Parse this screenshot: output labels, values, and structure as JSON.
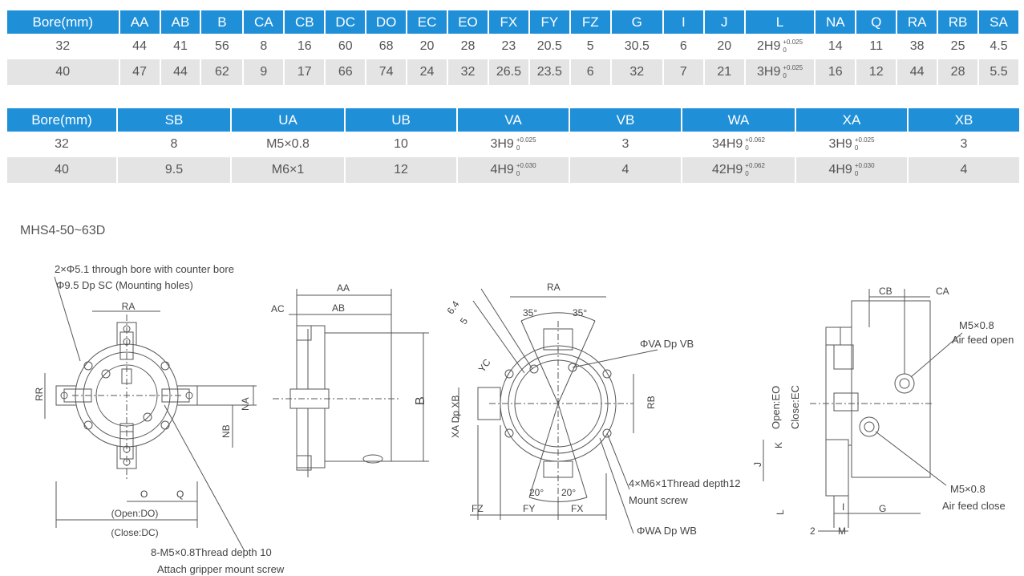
{
  "table1": {
    "headers": [
      "Bore(mm)",
      "AA",
      "AB",
      "B",
      "CA",
      "CB",
      "DC",
      "DO",
      "EC",
      "EO",
      "FX",
      "FY",
      "FZ",
      "G",
      "I",
      "J",
      "L",
      "NA",
      "Q",
      "RA",
      "RB",
      "SA"
    ],
    "rows": [
      [
        "32",
        "44",
        "41",
        "56",
        "8",
        "16",
        "60",
        "68",
        "20",
        "28",
        "23",
        "20.5",
        "5",
        "30.5",
        "6",
        "20",
        "2H9",
        "14",
        "11",
        "38",
        "25",
        "4.5"
      ],
      [
        "40",
        "47",
        "44",
        "62",
        "9",
        "17",
        "66",
        "74",
        "24",
        "32",
        "26.5",
        "23.5",
        "6",
        "32",
        "7",
        "21",
        "3H9",
        "16",
        "12",
        "44",
        "28",
        "5.5"
      ]
    ],
    "tolerances": {
      "L": [
        [
          "+0.025",
          "0"
        ],
        [
          "+0.025",
          "0"
        ]
      ]
    }
  },
  "table2": {
    "headers": [
      "Bore(mm)",
      "SB",
      "UA",
      "UB",
      "VA",
      "VB",
      "WA",
      "XA",
      "XB"
    ],
    "rows": [
      [
        "32",
        "8",
        "M5×0.8",
        "10",
        "3H9",
        "3",
        "34H9",
        "3H9",
        "3"
      ],
      [
        "40",
        "9.5",
        "M6×1",
        "12",
        "4H9",
        "4",
        "42H9",
        "4H9",
        "4"
      ]
    ],
    "tolerances": {
      "VA": [
        [
          "+0.025",
          "0"
        ],
        [
          "+0.030",
          "0"
        ]
      ],
      "WA": [
        [
          "+0.062",
          "0"
        ],
        [
          "+0.062",
          "0"
        ]
      ],
      "XA": [
        [
          "+0.025",
          "0"
        ],
        [
          "+0.030",
          "0"
        ]
      ]
    }
  },
  "model": "MHS4-50~63D",
  "drawing": {
    "v1": {
      "note_line1": "2×Φ5.1 through bore with counter bore",
      "note_line2": "Φ9.5 Dp SC (Mounting holes)",
      "ra": "RA",
      "rr": "RR",
      "na": "NA",
      "nb": "NB",
      "o": "O",
      "q": "Q",
      "open_do": "(Open:DO)",
      "close_dc": "(Close:DC)",
      "note_bottom1": "8-M5×0.8Thread depth 10",
      "note_bottom2": "Attach gripper mount screw"
    },
    "v2": {
      "aa": "AA",
      "ac": "AC",
      "ab": "AB",
      "b": "B"
    },
    "v3": {
      "ra": "RA",
      "d64": "6.4",
      "d5": "5",
      "ang1": "35°",
      "ang2": "35°",
      "yc": "YC",
      "va": "ΦVA Dp VB",
      "rb": "RB",
      "xa": "XA Dp XB",
      "thread1": "4×M6×1Thread depth12",
      "thread2": "Mount screw",
      "ang3": "20°",
      "ang4": "20°",
      "fz": "FZ",
      "fy": "FY",
      "fx": "FX",
      "wa": "ΦWA Dp WB"
    },
    "v4": {
      "cb": "CB",
      "ca": "CA",
      "m5a": "M5×0.8",
      "open_label": "Air feed open",
      "open_eo": "Open:EO",
      "close_ec": "Close:EC",
      "j": "J",
      "k": "K",
      "l": "L",
      "i": "I",
      "g": "G",
      "two": "2",
      "m": "M",
      "m5b": "M5×0.8",
      "close_label": "Air feed close"
    }
  }
}
